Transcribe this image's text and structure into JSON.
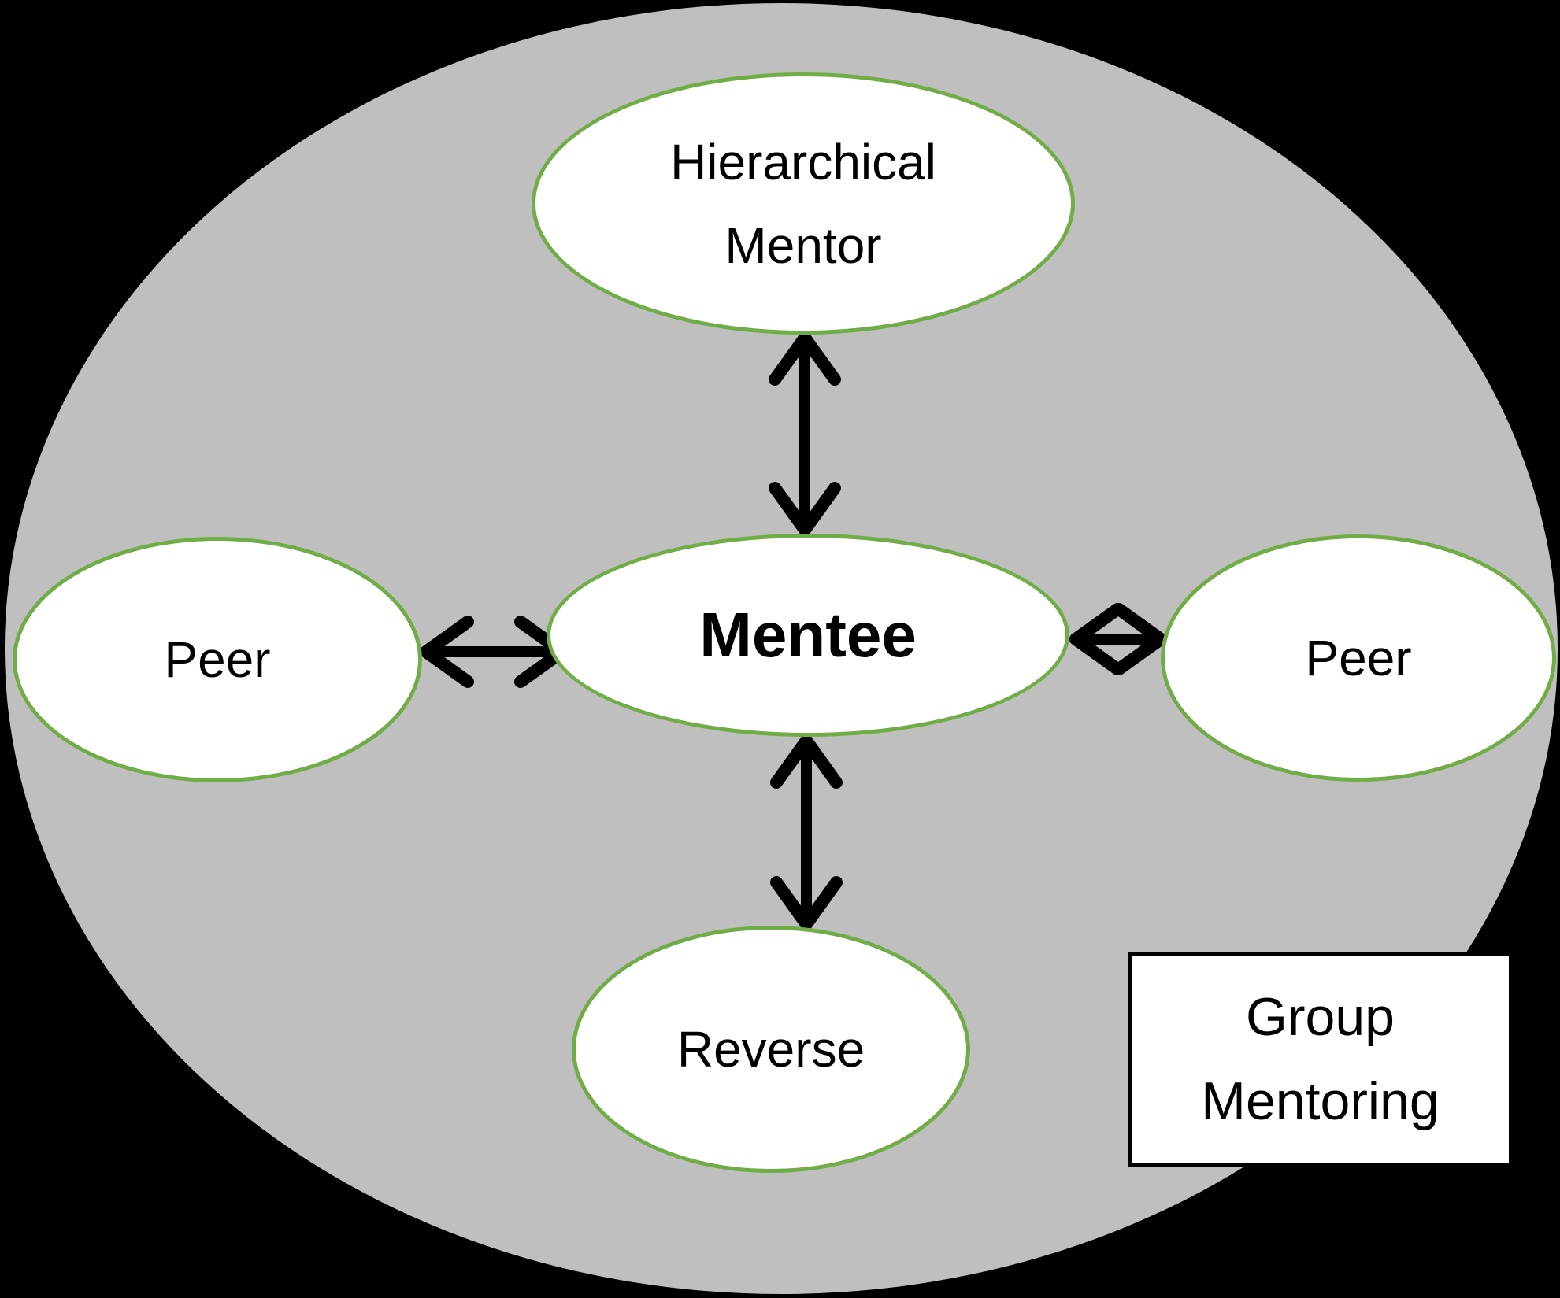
{
  "colors": {
    "background": "#000000",
    "group_fill": "#BFBFBF",
    "node_fill": "#FFFFFF",
    "node_border": "#70AD47",
    "arrow": "#000000",
    "text": "#000000",
    "legend_border": "#000000",
    "legend_fill": "#FFFFFF"
  },
  "nodes": {
    "hierarchical_mentor": {
      "line1": "Hierarchical",
      "line2": "Mentor"
    },
    "mentee": {
      "label": "Mentee"
    },
    "peer_left": {
      "label": "Peer"
    },
    "peer_right": {
      "label": "Peer"
    },
    "reverse": {
      "label": "Reverse"
    }
  },
  "legend": {
    "line1": "Group",
    "line2": "Mentoring"
  },
  "relations": [
    {
      "from": "Mentee",
      "to": "Hierarchical Mentor",
      "type": "double-headed-arrow"
    },
    {
      "from": "Mentee",
      "to": "Peer (left)",
      "type": "double-headed-arrow"
    },
    {
      "from": "Mentee",
      "to": "Peer (right)",
      "type": "double-headed-arrow"
    },
    {
      "from": "Mentee",
      "to": "Reverse",
      "type": "double-headed-arrow"
    }
  ]
}
